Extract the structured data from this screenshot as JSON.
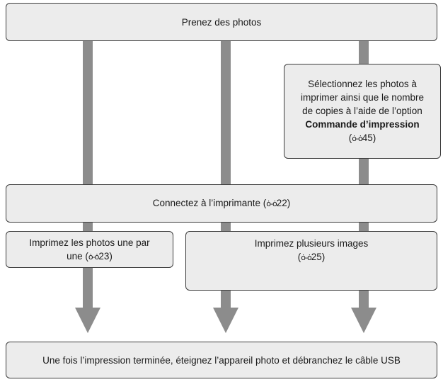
{
  "diagram": {
    "start": "Prenez des photos",
    "select_line1": "Sélectionnez les photos à",
    "select_line2": "imprimer ainsi que le nombre",
    "select_line3": "de copies à l’aide de l’option",
    "select_bold": "Commande d’impression",
    "select_ref": "45",
    "connect_text": "Connectez à l’imprimante (",
    "connect_ref": "22",
    "print_single_line1": "Imprimez les photos une par",
    "print_single_line2_pre": "une (",
    "print_single_ref": "23",
    "print_multi_line1": "Imprimez plusieurs images",
    "print_multi_ref": "25",
    "end": "Une fois l’impression terminée, éteignez l’appareil photo et débranchez le câble USB",
    "ref_icon": "book-reference-icon",
    "ref_icon_glyph": "ȯ-ȯ",
    "paren_open": "(",
    "paren_close": ")"
  }
}
